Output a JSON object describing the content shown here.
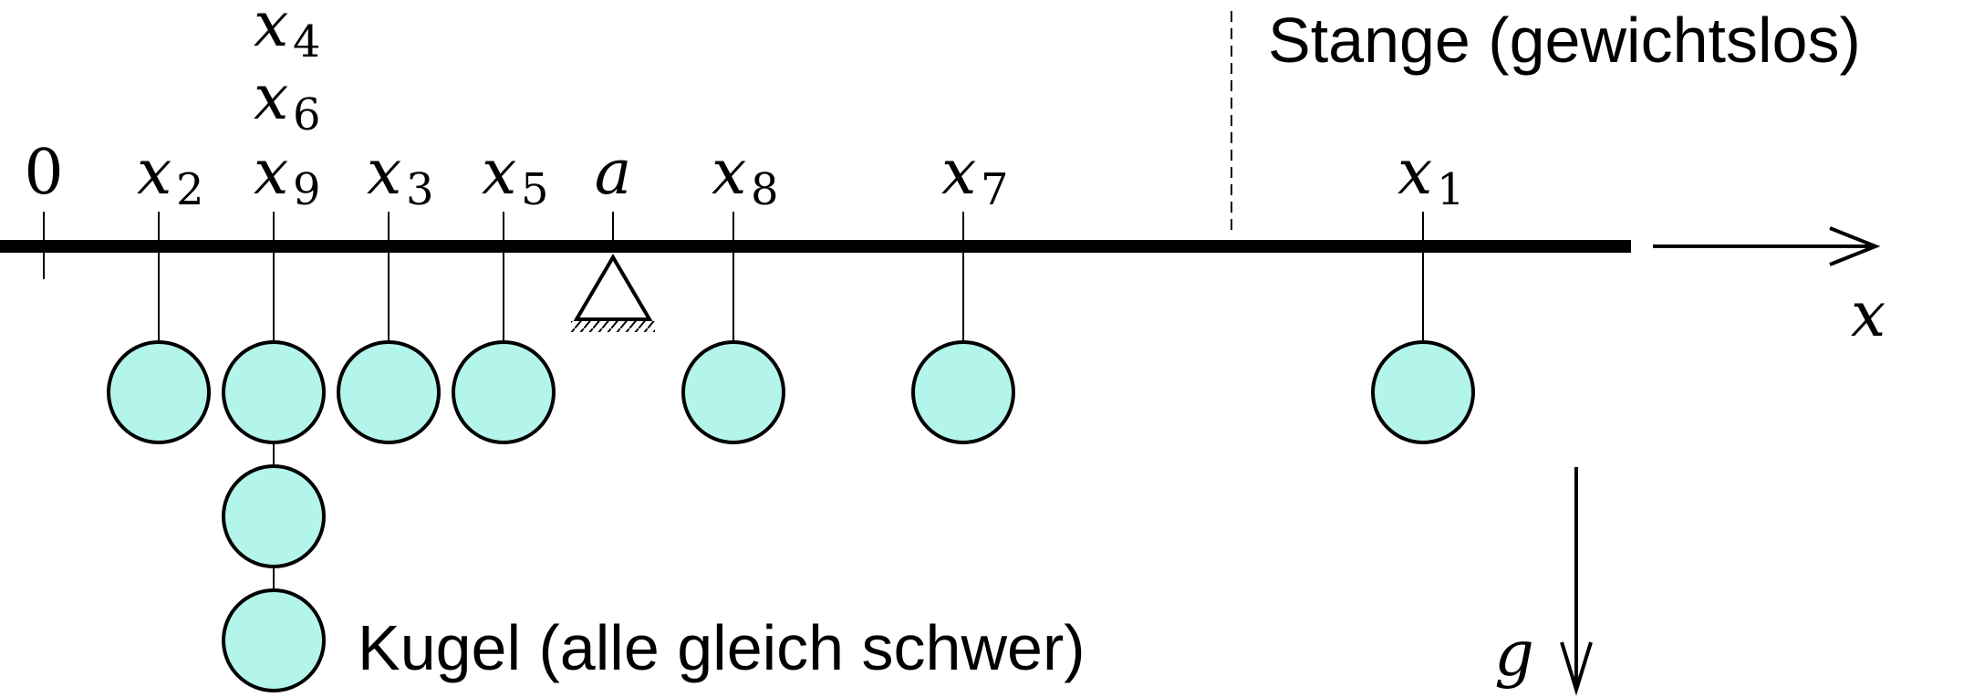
{
  "labels": {
    "rod": "Stange (gewichtslos)",
    "ball": "Kugel (alle gleich schwer)",
    "axis": "x",
    "gravity": "g",
    "origin": "0",
    "pivot": "a"
  },
  "positions": [
    {
      "base": "x",
      "sub": "2"
    },
    {
      "base": "x",
      "sub": "9"
    },
    {
      "base": "x",
      "sub": "6"
    },
    {
      "base": "x",
      "sub": "4"
    },
    {
      "base": "x",
      "sub": "3"
    },
    {
      "base": "x",
      "sub": "5"
    },
    {
      "base": "x",
      "sub": "8"
    },
    {
      "base": "x",
      "sub": "7"
    },
    {
      "base": "x",
      "sub": "1"
    }
  ],
  "colors": {
    "ball_fill": "#b3f5ea",
    "stroke": "#000000"
  }
}
